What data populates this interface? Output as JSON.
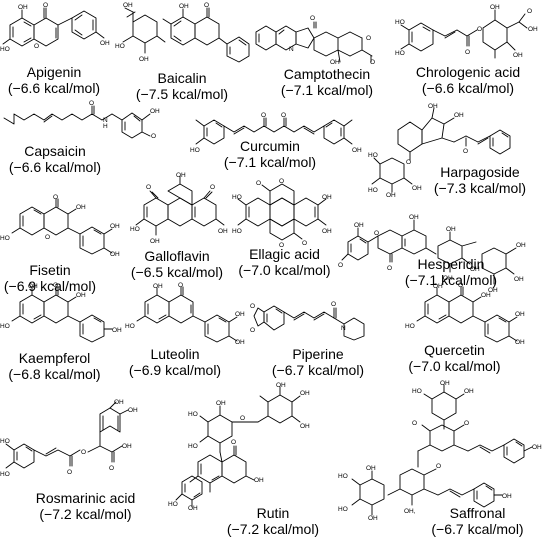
{
  "compounds": [
    {
      "name": "Apigenin",
      "energy": "(−6.6 kcal/mol)"
    },
    {
      "name": "Baicalin",
      "energy": "(−7.5 kcal/mol)"
    },
    {
      "name": "Camptothecin",
      "energy": "(−7.1 kcal/mol)"
    },
    {
      "name": "Chrologenic acid",
      "energy": "(−6.6 kcal/mol)"
    },
    {
      "name": "Capsaicin",
      "energy": "(−6.6 kcal/mol)"
    },
    {
      "name": "Curcumin",
      "energy": "(−7.1 kcal/mol)"
    },
    {
      "name": "Harpagoside",
      "energy": "(−7.3 kcal/mol)"
    },
    {
      "name": "Fisetin",
      "energy": "(−6.9 kcal/mol)"
    },
    {
      "name": "Galloflavin",
      "energy": "(−6.5 kcal/mol)"
    },
    {
      "name": "Ellagic acid",
      "energy": "(−7.0 kcal/mol)"
    },
    {
      "name": "Hesperidin",
      "energy": "(−7.1 kcal/mol)"
    },
    {
      "name": "Kaempferol",
      "energy": "(−6.8 kcal/mol)"
    },
    {
      "name": "Luteolin",
      "energy": "(−6.9 kcal/mol)"
    },
    {
      "name": "Piperine",
      "energy": "(−6.7 kcal/mol)"
    },
    {
      "name": "Quercetin",
      "energy": "(−7.0 kcal/mol)"
    },
    {
      "name": "Rosmarinic acid",
      "energy": "(−7.2 kcal/mol)"
    },
    {
      "name": "Rutin",
      "energy": "(−7.2 kcal/mol)"
    },
    {
      "name": "Saffronal",
      "energy": "(−6.7 kcal/mol)"
    }
  ],
  "atom_labels": {
    "oh": "OH",
    "ho": "HO",
    "o": "O",
    "n": "N",
    "h": "H",
    "oh_comma": "OH,"
  }
}
